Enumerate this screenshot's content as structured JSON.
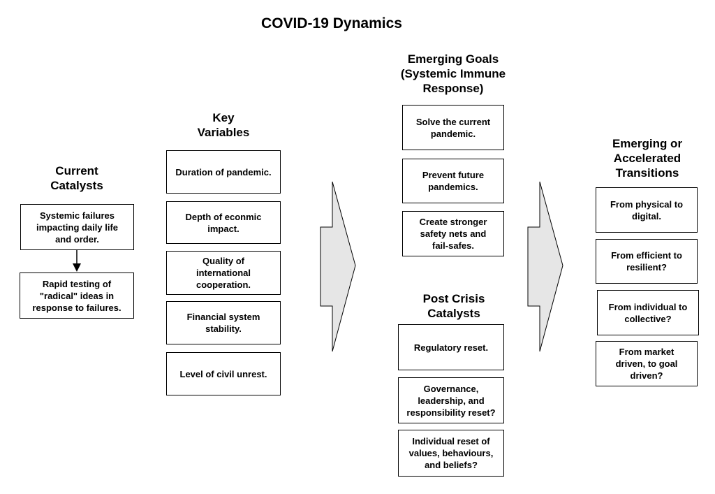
{
  "title": "COVID-19 Dynamics",
  "columns": {
    "current_catalysts": {
      "heading": "Current\nCatalysts",
      "boxes": [
        "Systemic failures\nimpacting daily life\nand order.",
        "Rapid testing of\n\"radical\" ideas in\nresponse to failures."
      ]
    },
    "key_variables": {
      "heading": "Key\nVariables",
      "boxes": [
        "Duration of pandemic.",
        "Depth of econmic\nimpact.",
        "Quality of\ninternational\ncooperation.",
        "Financial system\nstability.",
        "Level of civil unrest."
      ]
    },
    "emerging_goals": {
      "heading": "Emerging Goals\n(Systemic Immune\nResponse)",
      "boxes": [
        "Solve the current\npandemic.",
        "Prevent future\npandemics.",
        "Create stronger\nsafety nets and\nfail-safes."
      ]
    },
    "post_crisis_catalysts": {
      "heading": "Post Crisis\nCatalysts",
      "boxes": [
        "Regulatory reset.",
        "Governance,\nleadership, and\nresponsibility reset?",
        "Individual reset of\nvalues, behaviours,\nand beliefs?"
      ]
    },
    "transitions": {
      "heading": "Emerging or\nAccelerated\nTransitions",
      "boxes": [
        "From physical to\ndigital.",
        "From efficient to\nresilient?",
        "From individual to\ncollective?",
        "From market\ndriven, to goal\ndriven?"
      ]
    }
  }
}
